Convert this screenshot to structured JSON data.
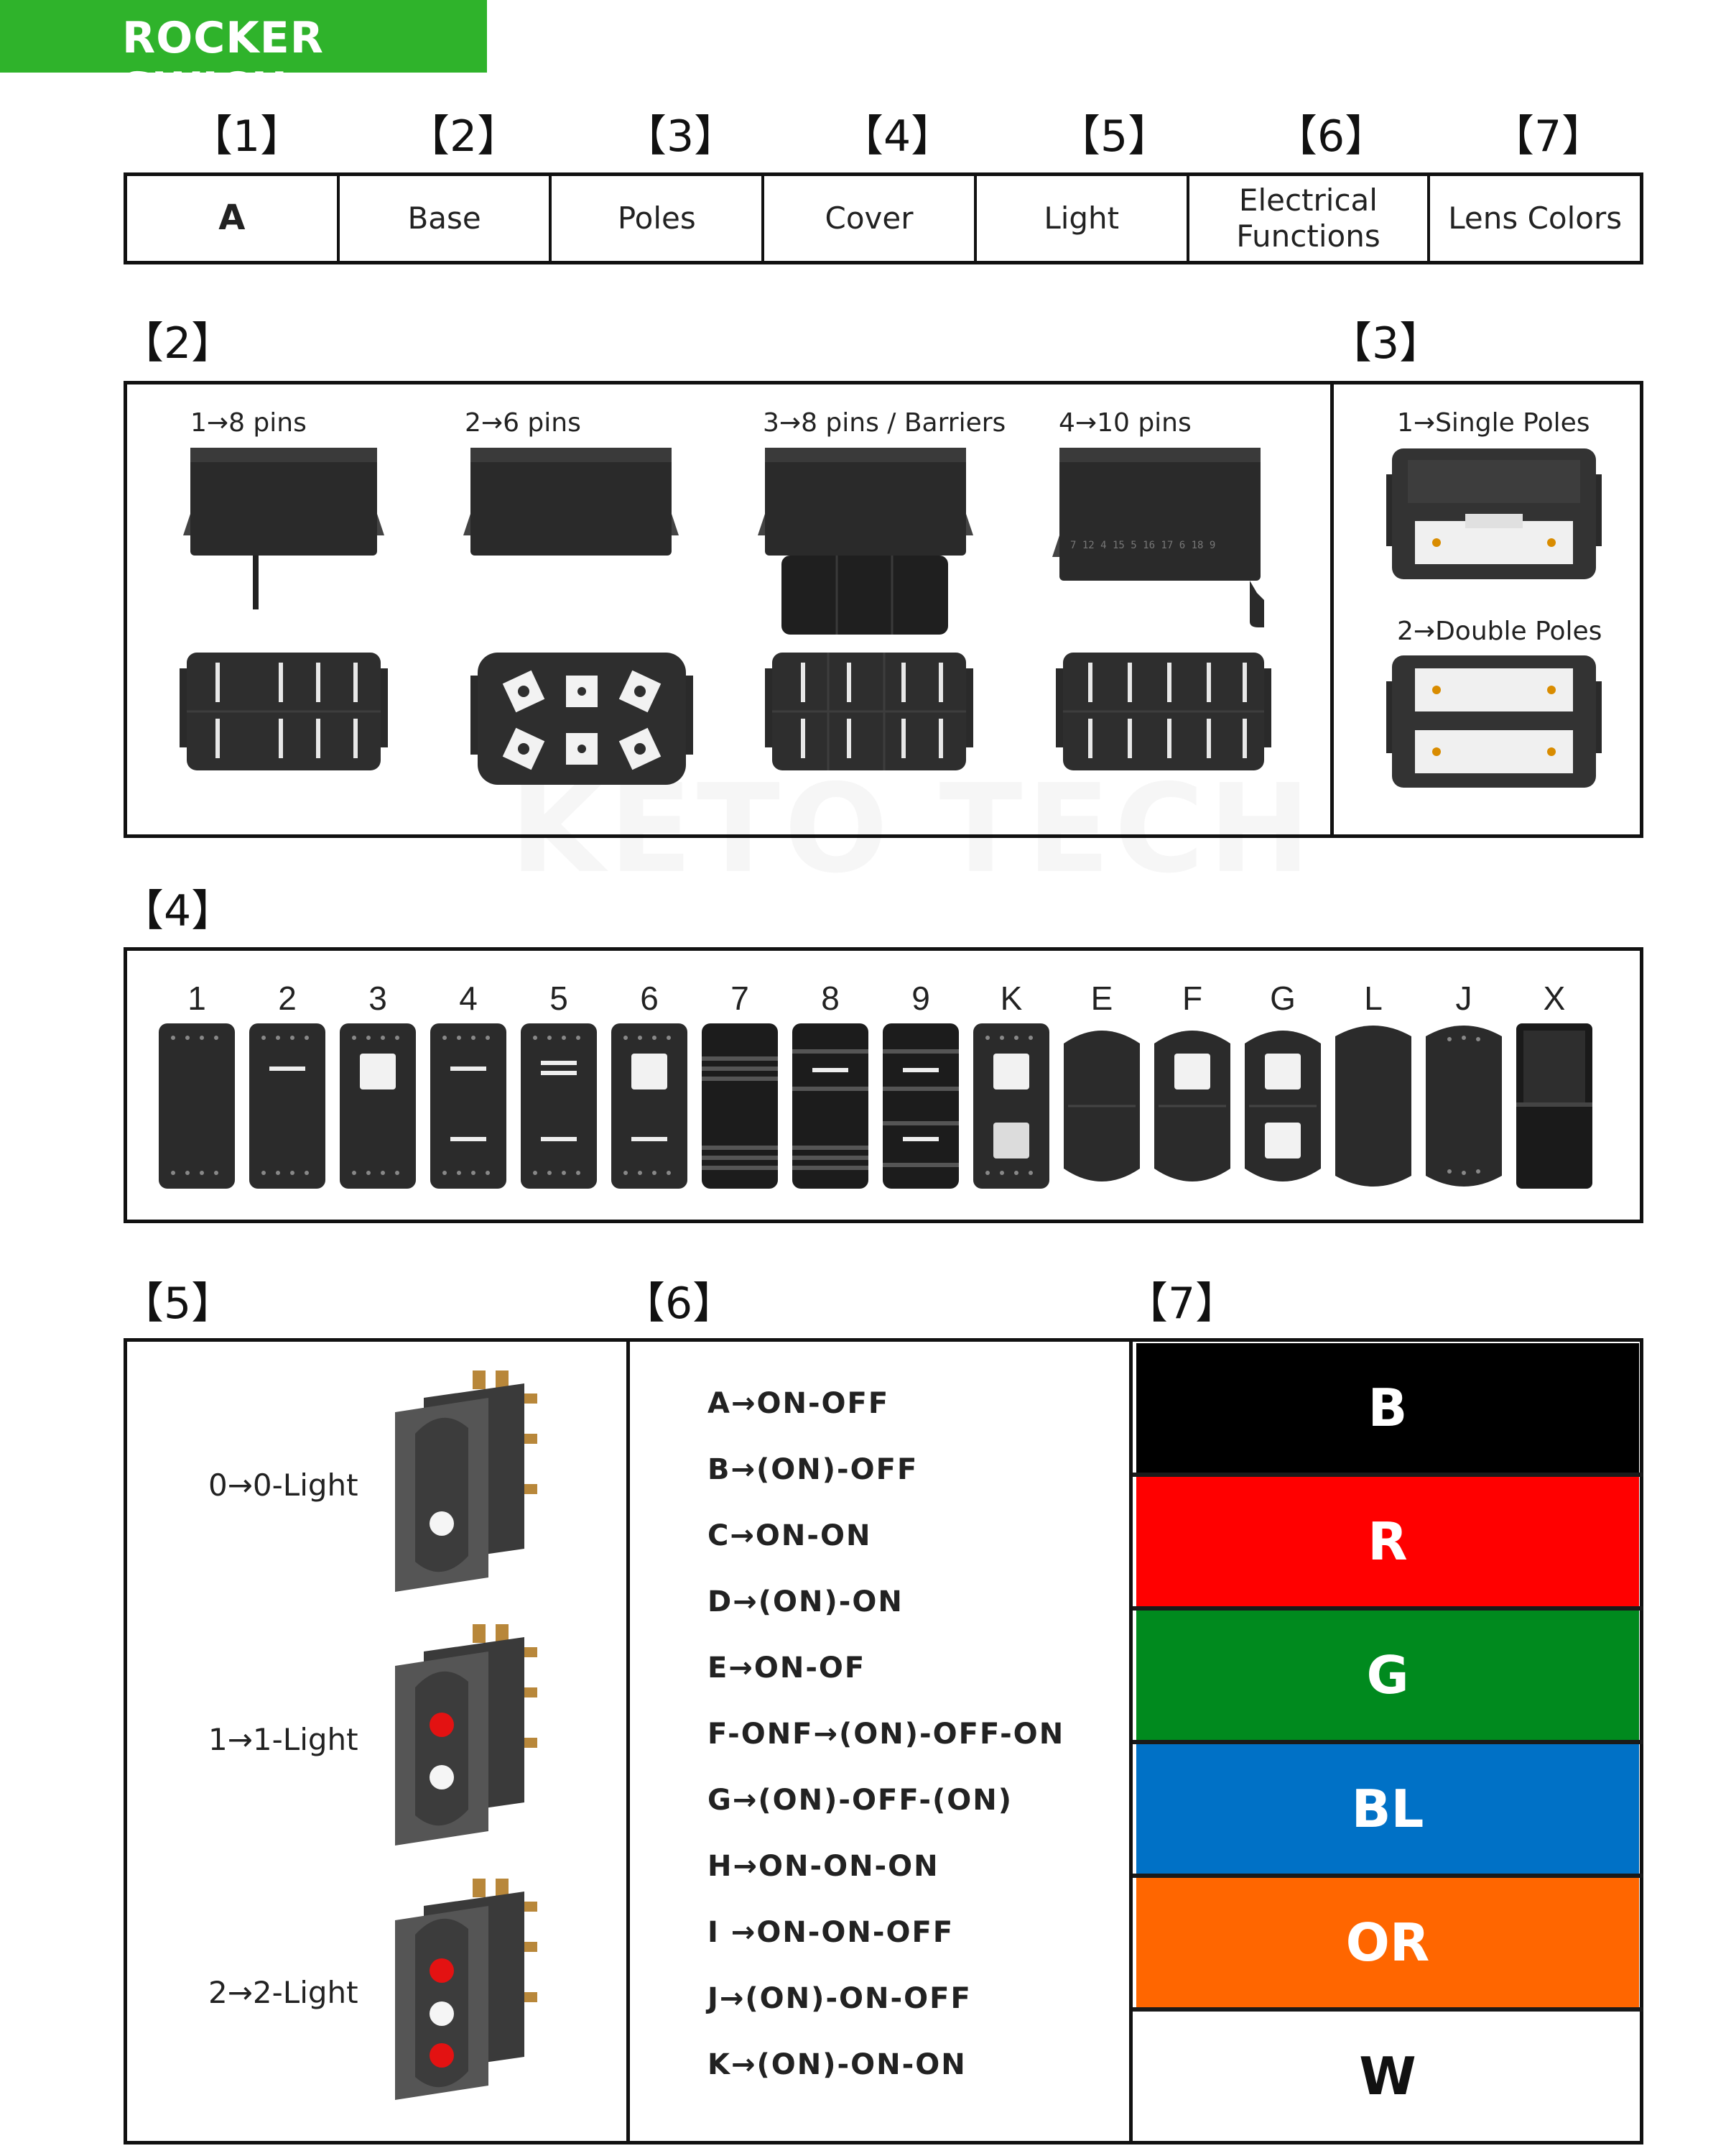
{
  "banner": {
    "title": "ROCKER SWICH:"
  },
  "code_table": {
    "numbers": [
      "【1】",
      "【2】",
      "【3】",
      "【4】",
      "【5】",
      "【6】",
      "【7】"
    ],
    "cells": [
      "A",
      "Base",
      "Poles",
      "Cover",
      "Light",
      "Electrical Functions",
      "Lens Colors"
    ]
  },
  "base": {
    "heading": "【2】",
    "options": [
      "1→8 pins",
      "2→6 pins",
      "3→8 pins / Barriers",
      "4→10 pins"
    ]
  },
  "poles": {
    "heading": "【3】",
    "options": [
      "1→Single Poles",
      "2→Double Poles"
    ]
  },
  "cover": {
    "heading": "【4】",
    "labels": [
      "1",
      "2",
      "3",
      "4",
      "5",
      "6",
      "7",
      "8",
      "9",
      "K",
      "E",
      "F",
      "G",
      "L",
      "J",
      "X"
    ]
  },
  "light": {
    "heading": "【5】",
    "options": [
      "0→0-Light",
      "1→1-Light",
      "2→2-Light"
    ]
  },
  "functions": {
    "heading": "【6】",
    "items": [
      "A→ON-OFF",
      "B→(ON)-OFF",
      "C→ON-ON",
      "D→(ON)-ON",
      "E→ON-OF",
      "F-ONF→(ON)-OFF-ON",
      "G→(ON)-OFF-(ON)",
      "H→ON-ON-ON",
      "I →ON-ON-OFF",
      "J→(ON)-ON-OFF",
      "K→(ON)-ON-ON"
    ]
  },
  "lens_colors": {
    "heading": "【7】",
    "items": [
      {
        "code": "B",
        "bg": "#000000",
        "fg": "#ffffff"
      },
      {
        "code": "R",
        "bg": "#ff0000",
        "fg": "#ffffff"
      },
      {
        "code": "G",
        "bg": "#008a1e",
        "fg": "#ffffff"
      },
      {
        "code": "BL",
        "bg": "#0071c6",
        "fg": "#ffffff"
      },
      {
        "code": "OR",
        "bg": "#ff6600",
        "fg": "#ffffff"
      },
      {
        "code": "W",
        "bg": "#ffffff",
        "fg": "#111111"
      }
    ]
  },
  "watermark": "KETO TECH"
}
